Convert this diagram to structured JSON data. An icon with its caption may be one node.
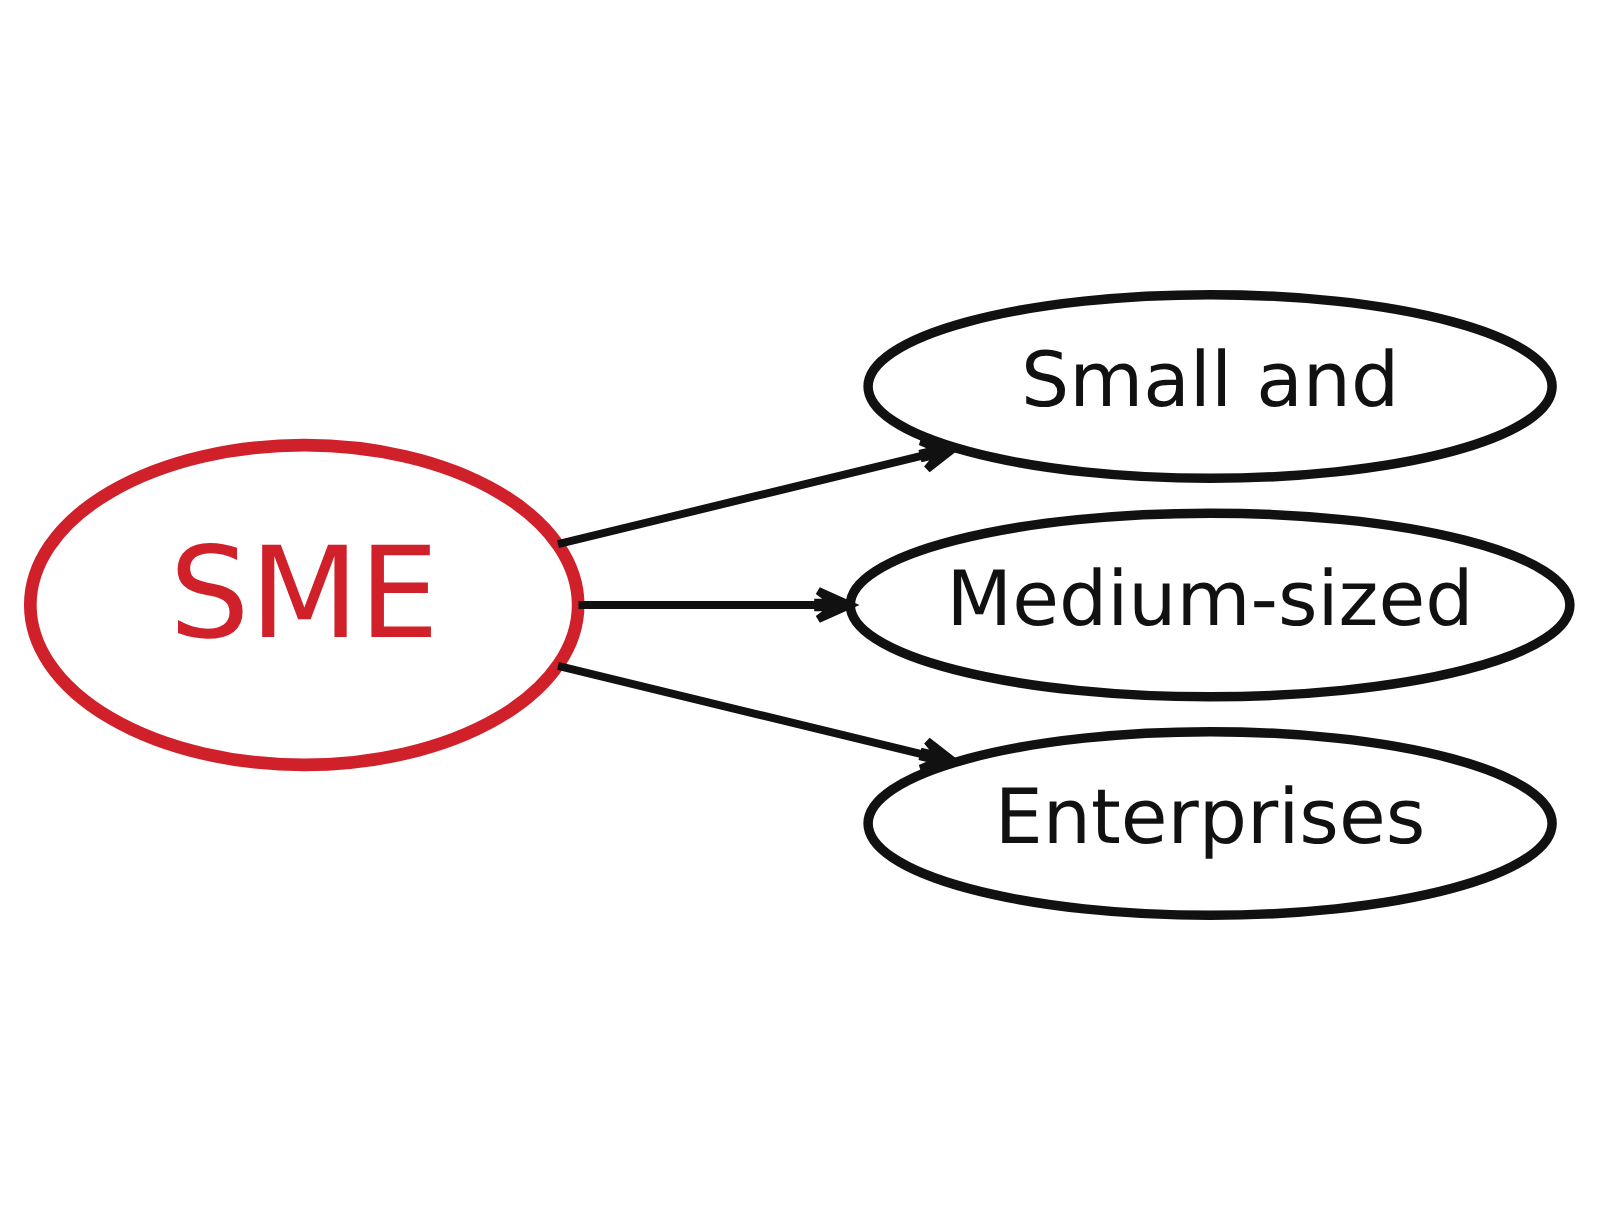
{
  "diagram": {
    "nodes": [
      {
        "text": [
          "SME"
        ]
      },
      {
        "text": [
          "Small and"
        ]
      },
      {
        "text": [
          "Medium-sized"
        ]
      },
      {
        "text": [
          "Enterprises"
        ]
      }
    ],
    "edges": [
      {
        "from": 0,
        "to": 1,
        "arrow": "to"
      },
      {
        "from": 0,
        "to": 2,
        "arrow": "to"
      },
      {
        "from": 0,
        "to": 3,
        "arrow": "to"
      }
    ]
  }
}
